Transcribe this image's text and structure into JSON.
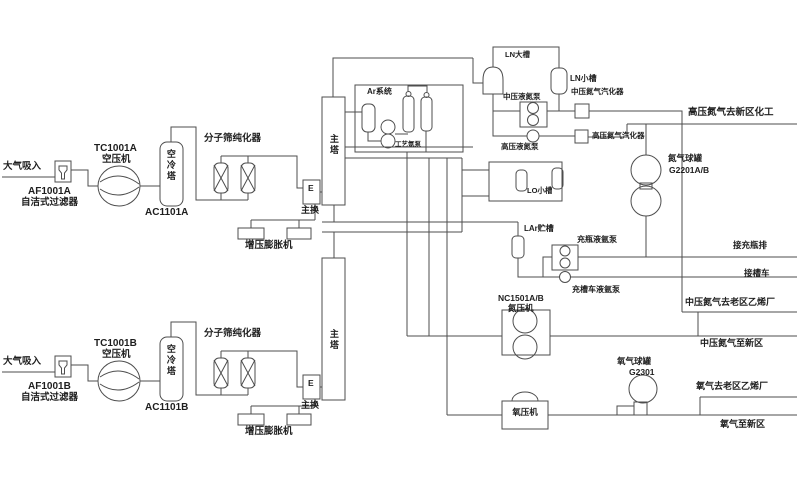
{
  "train_a": {
    "intake": "大气吸入",
    "filter_tag": "AF1001A",
    "filter_type": "自洁式过滤器",
    "compressor_tag": "TC1001A",
    "compressor_type": "空压机",
    "cooler": "空冷塔",
    "cooler_tag": "AC1101A",
    "purifier": "分子筛纯化器",
    "expander": "增压膨胀机",
    "hx": "E",
    "hx_name": "主换",
    "column": "主塔"
  },
  "train_b": {
    "intake": "大气吸入",
    "filter_tag": "AF1001B",
    "filter_type": "自洁式过滤器",
    "compressor_tag": "TC1001B",
    "compressor_type": "空压机",
    "cooler": "空冷塔",
    "cooler_tag": "AC1101B",
    "purifier": "分子筛纯化器",
    "expander": "增压膨胀机",
    "hx": "E",
    "hx_name": "主换",
    "column": "主塔"
  },
  "argon_system": {
    "title": "Ar系统",
    "pump": "工艺氩泵"
  },
  "nitrogen": {
    "ln_big_tank": "LN大槽",
    "ln_small_tank": "LN小槽",
    "mp_liquid_pump": "中压液氮泵",
    "mp_vaporizer": "中压氮气汽化器",
    "hp_liquid_pump": "高压液氮泵",
    "hp_vaporizer": "高压氮气汽化器",
    "hp_to_new": "高压氮气去新区化工",
    "ball_tank": "氮气球罐",
    "ball_tank_tag": "G2201A/B",
    "compressor_tag": "NC1501A/B",
    "compressor": "氮压机",
    "mp_to_old": "中压氮气去老区乙烯厂",
    "mp_to_new": "中压氮气至新区"
  },
  "argon_liquid": {
    "lo_tank": "LO小槽",
    "lar_tank": "LAr贮槽",
    "bottle_pump": "充瓶液氩泵",
    "truck_pump": "充槽车液氩泵",
    "to_bottle": "接充瓶排",
    "to_truck": "接槽车"
  },
  "oxygen": {
    "ball_tank": "氧气球罐",
    "ball_tank_tag": "G2301",
    "compressor": "氧压机",
    "to_old": "氧气去老区乙烯厂",
    "to_new": "氧气至新区"
  }
}
